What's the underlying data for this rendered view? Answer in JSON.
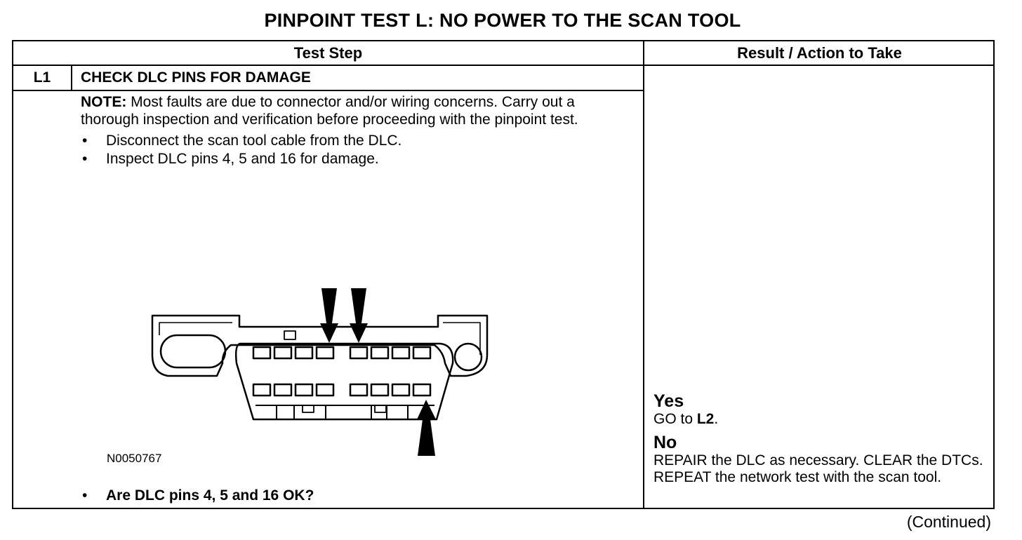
{
  "title": "PINPOINT TEST  L: NO POWER TO THE SCAN TOOL",
  "columns": {
    "step": "Test Step",
    "result": "Result / Action to Take"
  },
  "step": {
    "id": "L1",
    "title": "CHECK DLC PINS FOR DAMAGE",
    "note_label": "NOTE:",
    "note_text": " Most faults are due to connector and/or wiring concerns. Carry out a thorough inspection and verification before proceeding with the pinpoint test.",
    "bullets": [
      "Disconnect the scan tool cable from the DLC.",
      "Inspect DLC pins 4, 5 and 16 for damage."
    ],
    "figure_id": "N0050767",
    "question": "Are DLC pins 4, 5 and 16 OK?"
  },
  "results": {
    "yes_label": "Yes",
    "yes_action_prefix": "GO to ",
    "yes_action_target": "L2",
    "yes_action_suffix": ".",
    "no_label": "No",
    "no_action": "REPAIR the DLC as necessary. CLEAR the DTCs. REPEAT the network test with the scan tool."
  },
  "footer": "(Continued)"
}
